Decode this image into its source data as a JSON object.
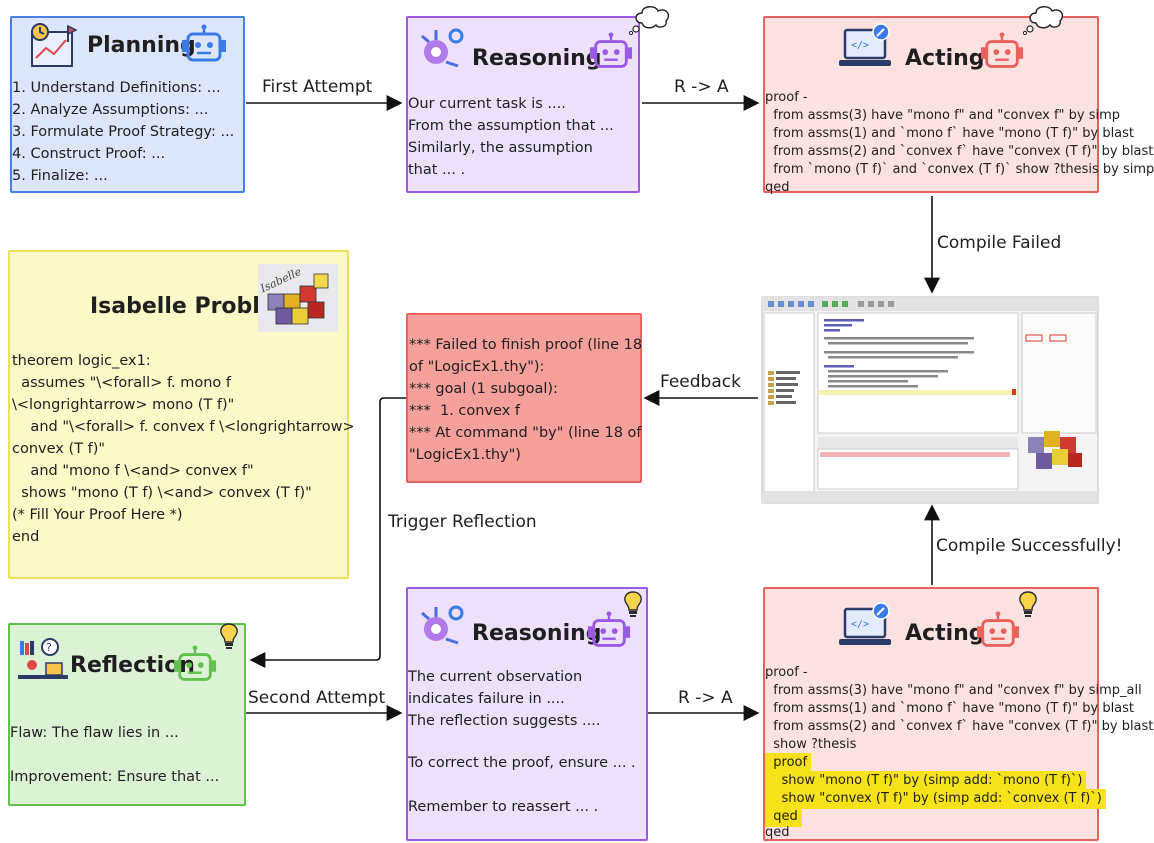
{
  "planning": {
    "title": "Planning",
    "lines": [
      "1. Understand Definitions: ...",
      "2. Analyze Assumptions: ...",
      "3. Formulate Proof Strategy: ...",
      "4. Construct Proof: ...",
      "5. Finalize: ..."
    ]
  },
  "reasoning1": {
    "title": "Reasoning",
    "lines": [
      "Our current task is ....",
      "From the assumption that ...",
      "Similarly, the assumption",
      "that ... ."
    ]
  },
  "acting1": {
    "title": "Acting",
    "lines": [
      "proof -",
      "  from assms(3) have \"mono f\" and \"convex f\" by simp",
      "  from assms(1) and `mono f` have \"mono (T f)\" by blast",
      "  from assms(2) and `convex f` have \"convex (T f)\" by blast",
      "  from `mono (T f)` and `convex (T f)` show ?thesis by simp",
      "qed"
    ]
  },
  "problem": {
    "title": "Isabelle Problem",
    "lines": [
      "theorem logic_ex1:",
      "  assumes \"\\<forall> f. mono f",
      "\\<longrightarrow> mono (T f)\"",
      "    and \"\\<forall> f. convex f \\<longrightarrow>",
      "convex (T f)\"",
      "    and \"mono f \\<and> convex f\"",
      "  shows \"mono (T f) \\<and> convex (T f)\"",
      "(* Fill Your Proof Here *)",
      "end"
    ]
  },
  "feedback_box": {
    "lines": [
      "*** Failed to finish proof (line 18",
      "of \"LogicEx1.thy\"):",
      "*** goal (1 subgoal):",
      "***  1. convex f",
      "*** At command \"by\" (line 18 of",
      "\"LogicEx1.thy\")"
    ]
  },
  "reflection": {
    "title": "Reflection",
    "flaw": "Flaw: The flaw lies in ...",
    "improvement": "Improvement: Ensure that ..."
  },
  "reasoning2": {
    "title": "Reasoning",
    "lines": [
      "The current observation",
      "indicates failure in ....",
      "The reflection suggests ....",
      "",
      "To correct the proof, ensure ... .",
      "",
      "Remember to reassert ... ."
    ]
  },
  "acting2": {
    "title": "Acting",
    "lines": [
      "proof -",
      "  from assms(3) have \"mono f\" and \"convex f\" by simp_all",
      "  from assms(1) and `mono f` have \"mono (T f)\" by blast",
      "  from assms(2) and `convex f` have \"convex (T f)\" by blast",
      "  show ?thesis"
    ],
    "highlight_lines": [
      "  proof",
      "    show \"mono (T f)\" by (simp add: `mono (T f)`)",
      "    show \"convex (T f)\" by (simp add: `convex (T f)`)",
      "  qed"
    ],
    "end_line": "qed"
  },
  "edges": {
    "first_attempt": "First Attempt",
    "r_to_a_1": "R -> A",
    "compile_failed": "Compile Failed",
    "feedback": "Feedback",
    "trigger_reflection": "Trigger Reflection",
    "second_attempt": "Second Attempt",
    "r_to_a_2": "R -> A",
    "compile_success": "Compile Successfully!"
  },
  "colors": {
    "planning_fill": "#dbe6fb",
    "planning_border": "#4a7fe8",
    "reasoning_fill": "#ece0fb",
    "reasoning_border": "#9a5ae6",
    "acting_fill": "#fbe2e0",
    "acting_border": "#e8615c",
    "problem_fill": "#fbf9c8",
    "problem_border": "#efe05a",
    "feedback_fill": "#f5a09b",
    "feedback_border": "#e8615c",
    "reflection_fill": "#dcf2d5",
    "reflection_border": "#62c04e",
    "highlight": "#f5e21a"
  },
  "icons": [
    "planning-icon",
    "robot-icon",
    "reasoning-icon",
    "acting-laptop-icon",
    "thought-cloud-icon",
    "lightbulb-icon",
    "reflection-icon",
    "isabelle-logo",
    "ide-screenshot"
  ]
}
